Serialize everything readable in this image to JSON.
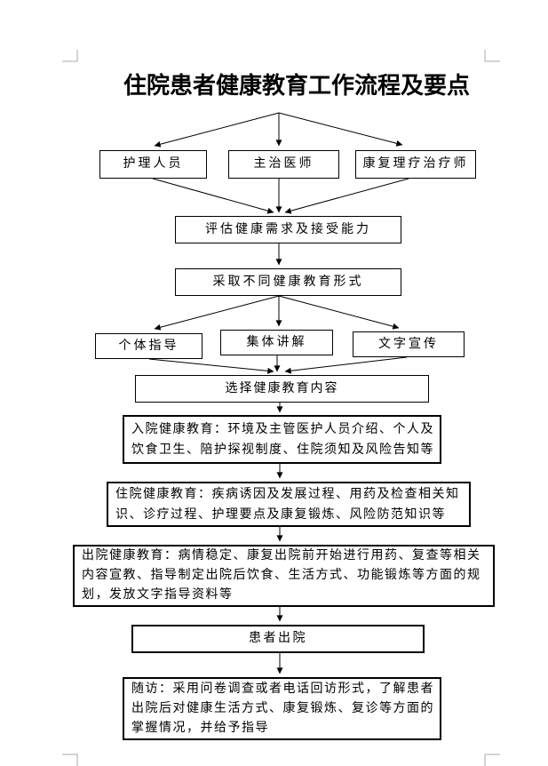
{
  "document": {
    "title": "住院患者健康教育工作流程及要点"
  },
  "colors": {
    "text": "#000000",
    "box_border": "#000000",
    "arrow": "#000000",
    "margin_mark": "#a8a8a8",
    "page_background": "#ffffff"
  },
  "flowchart": {
    "nodes": {
      "nurse": "护理人员",
      "physician": "主治医师",
      "therapist": "康复理疗治疗师",
      "assess": "评估健康需求及接受能力",
      "forms": "采取不同健康教育形式",
      "individual": "个体指导",
      "group": "集体讲解",
      "written": "文字宣传",
      "select": "选择健康教育内容",
      "admission": {
        "lines": [
          "入院健康教育：环境及主管医护人员介绍、个人及",
          "饮食卫生、陪护探视制度、住院须知及风险告知等"
        ]
      },
      "inpatient": {
        "lines": [
          "住院健康教育：疾病诱因及发展过程、用药及检查相关知",
          "识、诊疗过程、护理要点及康复锻炼、风险防范知识等"
        ]
      },
      "discharge": {
        "lines": [
          "出院健康教育：病情稳定、康复出院前开始进行用药、复查等相关",
          "内容宣教、指导制定出院后饮食、生活方式、功能锻炼等方面的规",
          "划，发放文字指导资料等"
        ]
      },
      "patient_discharge": "患者出院",
      "followup": {
        "lines": [
          "随访：采用问卷调查或者电话回访形式，了解患者",
          "出院后对健康生活方式、康复锻炼、复诊等方面的",
          "掌握情况，并给予指导"
        ]
      }
    },
    "edges": [
      {
        "from": "origin",
        "to": "nurse"
      },
      {
        "from": "origin",
        "to": "physician"
      },
      {
        "from": "origin",
        "to": "therapist"
      },
      {
        "from": "nurse",
        "to": "assess"
      },
      {
        "from": "physician",
        "to": "assess"
      },
      {
        "from": "therapist",
        "to": "assess"
      },
      {
        "from": "assess",
        "to": "forms"
      },
      {
        "from": "forms",
        "to": "individual"
      },
      {
        "from": "forms",
        "to": "group"
      },
      {
        "from": "forms",
        "to": "written"
      },
      {
        "from": "individual",
        "to": "select"
      },
      {
        "from": "group",
        "to": "select"
      },
      {
        "from": "written",
        "to": "select"
      },
      {
        "from": "select",
        "to": "admission"
      },
      {
        "from": "admission",
        "to": "inpatient"
      },
      {
        "from": "inpatient",
        "to": "discharge"
      },
      {
        "from": "discharge",
        "to": "patient_discharge"
      },
      {
        "from": "patient_discharge",
        "to": "followup"
      }
    ]
  }
}
